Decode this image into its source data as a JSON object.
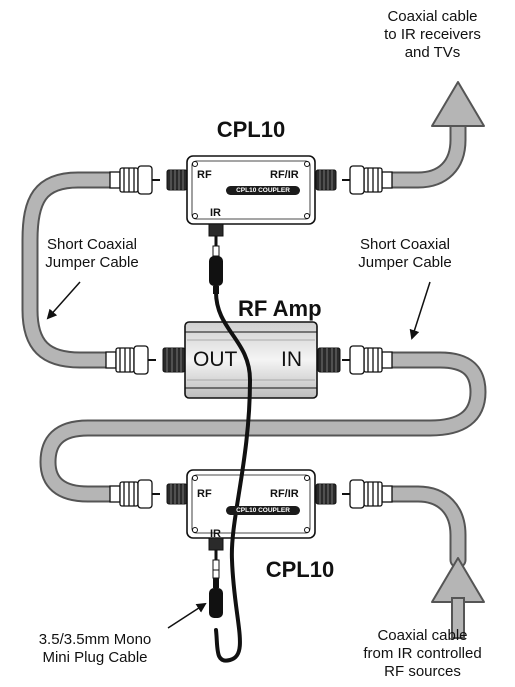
{
  "labels": {
    "top_right": [
      "Coaxial cable",
      "to IR receivers",
      "and TVs"
    ],
    "left_jumper": [
      "Short Coaxial",
      "Jumper Cable"
    ],
    "right_jumper": [
      "Short Coaxial",
      "Jumper Cable"
    ],
    "bottom_left": [
      "3.5/3.5mm Mono",
      "Mini Plug Cable"
    ],
    "bottom_right": [
      "Coaxial cable",
      "from IR controlled",
      "RF sources"
    ]
  },
  "top_coupler": {
    "title": "CPL10",
    "port_rf": "RF",
    "port_rfir": "RF/IR",
    "port_ir": "IR",
    "badge": "CPL10 COUPLER"
  },
  "bottom_coupler": {
    "title": "CPL10",
    "port_rf": "RF",
    "port_rfir": "RF/IR",
    "port_ir": "IR",
    "badge": "CPL10 COUPLER"
  },
  "amp": {
    "title": "RF Amp",
    "out": "OUT",
    "in": "IN"
  }
}
